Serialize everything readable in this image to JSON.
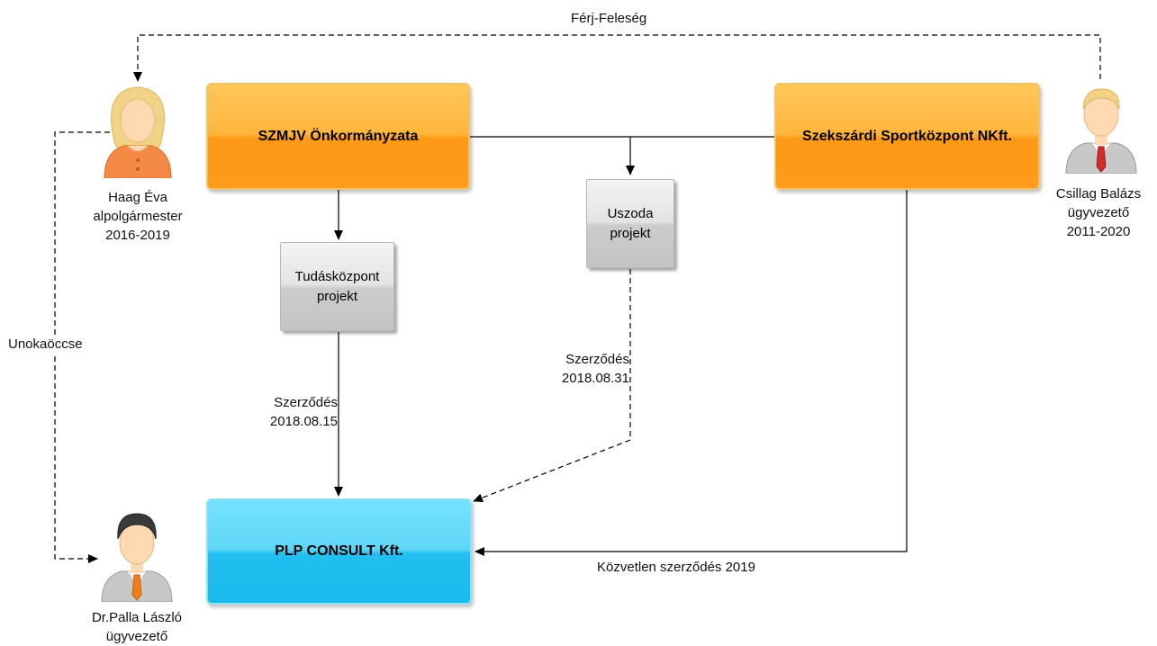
{
  "relations": {
    "spouse": "Férj-Feleség",
    "nephew": "Unokaöccse",
    "direct_contract": "Közvetlen szerződés 2019"
  },
  "contracts": {
    "tudaskozpont": {
      "title": "Szerződés",
      "date": "2018.08.15"
    },
    "uszoda": {
      "title": "Szerződés",
      "date": "2018.08.31"
    }
  },
  "nodes": {
    "szmjv": "SZMJV Önkormányzata",
    "sportkozpont": "Szekszárdi Sportközpont NKft.",
    "plp": "PLP CONSULT Kft.",
    "tudaskozpont": {
      "line1": "Tudásközpont",
      "line2": "projekt"
    },
    "uszoda": {
      "line1": "Uszoda",
      "line2": "projekt"
    }
  },
  "people": {
    "haag": {
      "name": "Haag Éva",
      "role": "alpolgármester",
      "years": "2016-2019"
    },
    "csillag": {
      "name": "Csillag Balázs",
      "role": "ügyvezető",
      "years": "2011-2020"
    },
    "palla": {
      "name": "Dr.Palla László",
      "role": "ügyvezető"
    }
  },
  "colors": {
    "org_orange": "#ffa62a",
    "plp_cyan": "#35c8f3",
    "project_gray": "#d9d9d9",
    "tie_red": "#d12b2b",
    "tie_orange": "#f07d1b"
  },
  "icons": {
    "haag": "woman-avatar-icon",
    "csillag": "businessman-red-tie-icon",
    "palla": "businessman-orange-tie-icon"
  }
}
